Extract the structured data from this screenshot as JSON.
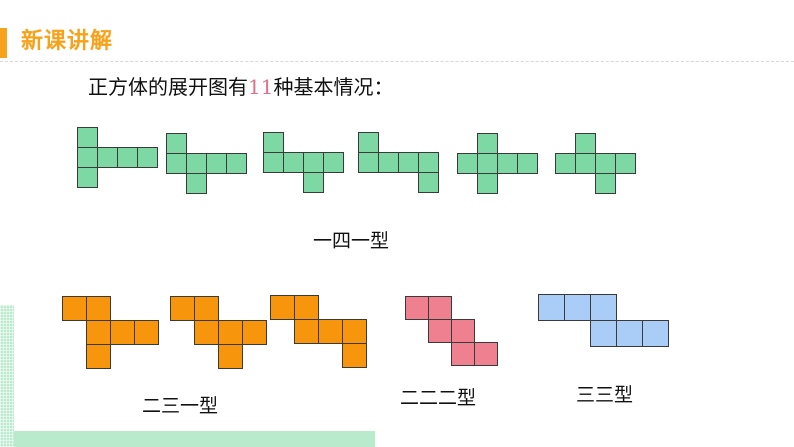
{
  "header": {
    "title": "新课讲解",
    "accent_color": "#f7a21b"
  },
  "heading": {
    "prefix": "正方体的展开图有",
    "number": "11",
    "suffix": "种基本情况：",
    "number_color": "#e0708a"
  },
  "groups": [
    {
      "label": "一四一型",
      "color": "#7ed8a4",
      "nets": [
        {
          "cells": [
            [
              0,
              0
            ],
            [
              0,
              1
            ],
            [
              1,
              1
            ],
            [
              2,
              1
            ],
            [
              3,
              1
            ],
            [
              0,
              2
            ]
          ]
        },
        {
          "cells": [
            [
              0,
              0
            ],
            [
              0,
              1
            ],
            [
              1,
              1
            ],
            [
              2,
              1
            ],
            [
              3,
              1
            ],
            [
              1,
              2
            ]
          ]
        },
        {
          "cells": [
            [
              0,
              0
            ],
            [
              0,
              1
            ],
            [
              1,
              1
            ],
            [
              2,
              1
            ],
            [
              3,
              1
            ],
            [
              2,
              2
            ]
          ]
        },
        {
          "cells": [
            [
              0,
              0
            ],
            [
              0,
              1
            ],
            [
              1,
              1
            ],
            [
              2,
              1
            ],
            [
              3,
              1
            ],
            [
              3,
              2
            ]
          ]
        },
        {
          "cells": [
            [
              1,
              0
            ],
            [
              0,
              1
            ],
            [
              1,
              1
            ],
            [
              2,
              1
            ],
            [
              3,
              1
            ],
            [
              1,
              2
            ]
          ]
        },
        {
          "cells": [
            [
              1,
              0
            ],
            [
              0,
              1
            ],
            [
              1,
              1
            ],
            [
              2,
              1
            ],
            [
              3,
              1
            ],
            [
              2,
              2
            ]
          ]
        }
      ]
    },
    {
      "label": "二三一型",
      "color": "#f7950c",
      "nets": [
        {
          "cells": [
            [
              0,
              0
            ],
            [
              1,
              0
            ],
            [
              1,
              1
            ],
            [
              2,
              1
            ],
            [
              3,
              1
            ],
            [
              1,
              2
            ]
          ]
        },
        {
          "cells": [
            [
              0,
              0
            ],
            [
              1,
              0
            ],
            [
              1,
              1
            ],
            [
              2,
              1
            ],
            [
              3,
              1
            ],
            [
              2,
              2
            ]
          ]
        },
        {
          "cells": [
            [
              0,
              0
            ],
            [
              1,
              0
            ],
            [
              1,
              1
            ],
            [
              2,
              1
            ],
            [
              3,
              1
            ],
            [
              3,
              2
            ]
          ]
        }
      ]
    },
    {
      "label": "二二二型",
      "color": "#ee8090",
      "nets": [
        {
          "cells": [
            [
              0,
              0
            ],
            [
              1,
              0
            ],
            [
              1,
              1
            ],
            [
              2,
              1
            ],
            [
              2,
              2
            ],
            [
              3,
              2
            ]
          ]
        }
      ]
    },
    {
      "label": "三三型",
      "color": "#a9cdf6",
      "nets": [
        {
          "cells": [
            [
              0,
              0
            ],
            [
              1,
              0
            ],
            [
              2,
              0
            ],
            [
              2,
              1
            ],
            [
              3,
              1
            ],
            [
              4,
              1
            ]
          ]
        }
      ]
    }
  ],
  "decor": {
    "side_color": "#b9eacb",
    "bottom_color": "#b9eacb"
  }
}
